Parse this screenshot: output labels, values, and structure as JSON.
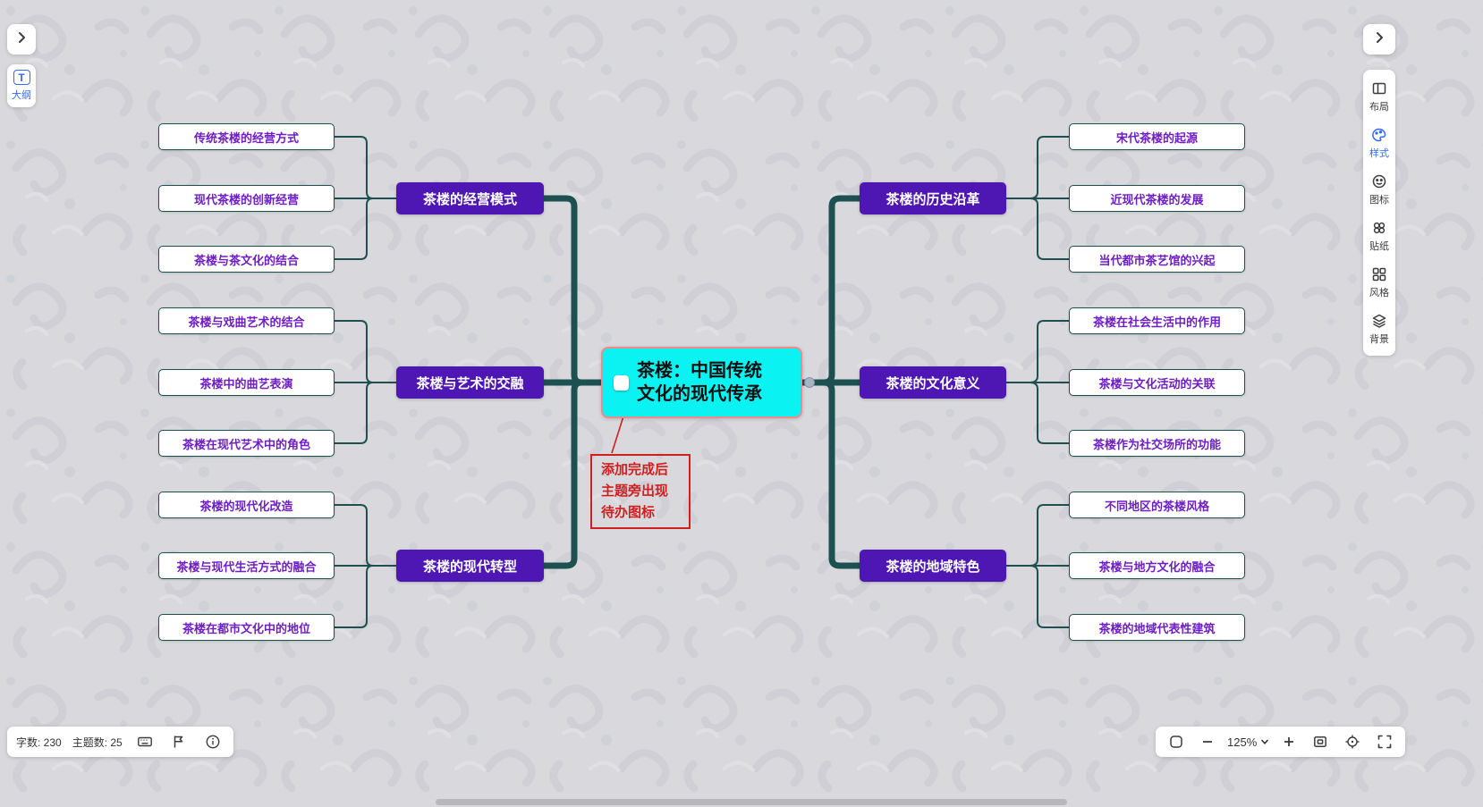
{
  "colors": {
    "accent_blue": "#2e6bf6",
    "branch_purple": "#4e17b3",
    "leaf_text_purple": "#6e1ec2",
    "wire_teal": "#1d5050",
    "center_cyan": "#0af2f2",
    "center_border_pink": "#f08a8a",
    "alert_red": "#cf1f1f"
  },
  "map": {
    "center": "茶楼：中国传统文化的现代传承",
    "annotation": [
      "添加完成后",
      "主题旁出现",
      "待办图标"
    ],
    "left_branches": [
      {
        "label": "茶楼的经营模式",
        "children": [
          "传统茶楼的经营方式",
          "现代茶楼的创新经营",
          "茶楼与茶文化的结合"
        ]
      },
      {
        "label": "茶楼与艺术的交融",
        "children": [
          "茶楼与戏曲艺术的结合",
          "茶楼中的曲艺表演",
          "茶楼在现代艺术中的角色"
        ]
      },
      {
        "label": "茶楼的现代转型",
        "children": [
          "茶楼的现代化改造",
          "茶楼与现代生活方式的融合",
          "茶楼在都市文化中的地位"
        ]
      }
    ],
    "right_branches": [
      {
        "label": "茶楼的历史沿革",
        "children": [
          "宋代茶楼的起源",
          "近现代茶楼的发展",
          "当代都市茶艺馆的兴起"
        ]
      },
      {
        "label": "茶楼的文化意义",
        "children": [
          "茶楼在社会生活中的作用",
          "茶楼与文化活动的关联",
          "茶楼作为社交场所的功能"
        ]
      },
      {
        "label": "茶楼的地域特色",
        "children": [
          "不同地区的茶楼风格",
          "茶楼与地方文化的融合",
          "茶楼的地域代表性建筑"
        ]
      }
    ]
  },
  "left_toolbar": {
    "outline": "大纲",
    "outline_icon": "T"
  },
  "right_toolbar": {
    "items": [
      {
        "label": "布局",
        "icon": "layout-icon"
      },
      {
        "label": "样式",
        "icon": "palette-icon",
        "active": true
      },
      {
        "label": "图标",
        "icon": "emoji-icon"
      },
      {
        "label": "贴纸",
        "icon": "sticker-icon"
      },
      {
        "label": "风格",
        "icon": "theme-grid-icon"
      },
      {
        "label": "背景",
        "icon": "background-layers-icon"
      }
    ]
  },
  "status_bar": {
    "word_count": "字数: 230",
    "topic_count": "主题数: 25"
  },
  "zoom_bar": {
    "zoom": "125%"
  }
}
